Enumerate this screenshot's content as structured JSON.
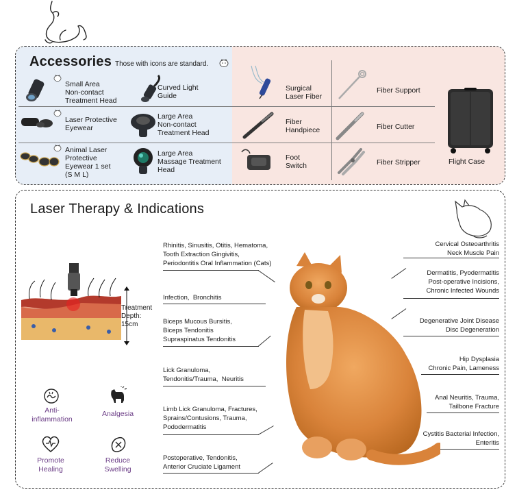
{
  "accessories": {
    "title": "Accessories",
    "subtitle": "Those with icons are standard.",
    "items": [
      {
        "label": "Small Area\nNon-contact\nTreatment Head",
        "icon": "small-area-head-icon",
        "standard": true
      },
      {
        "label": "Curved Light\nGuide",
        "icon": "curved-light-guide-icon",
        "standard": false
      },
      {
        "label": "Surgical\nLaser Fiber",
        "icon": "surgical-fiber-icon",
        "standard": false
      },
      {
        "label": "Fiber Support",
        "icon": "fiber-support-icon",
        "standard": false
      },
      {
        "label": "Laser Protective\nEyewear",
        "icon": "eyewear-icon",
        "standard": true
      },
      {
        "label": "Large Area\nNon-contact\nTreatment Head",
        "icon": "large-area-head-icon",
        "standard": false
      },
      {
        "label": "Fiber\nHandpiece",
        "icon": "fiber-handpiece-icon",
        "standard": false
      },
      {
        "label": "Fiber Cutter",
        "icon": "fiber-cutter-icon",
        "standard": false
      },
      {
        "label": "Animal Laser\nProtective\nEyewear 1 set\n(S M L)",
        "icon": "animal-eyewear-icon",
        "standard": true
      },
      {
        "label": "Large Area\nMassage Treatment\nHead",
        "icon": "massage-head-icon",
        "standard": false
      },
      {
        "label": "Foot\nSwitch",
        "icon": "foot-switch-icon",
        "standard": false
      },
      {
        "label": "Fiber Stripper",
        "icon": "fiber-stripper-icon",
        "standard": false
      },
      {
        "label": "Flight Case",
        "icon": "flight-case-icon",
        "standard": false
      }
    ]
  },
  "therapy": {
    "title": "Laser Therapy & Indications",
    "depth_label": "Treatment\nDepth:\n15cm",
    "left_indications": [
      "Rhinitis, Sinusitis, Otitis, Hematoma,\nTooth Extraction Gingivitis,\nPeriodontitis Oral Inflammation (Cats)",
      "Infection,  Bronchitis",
      "Biceps Mucous Bursitis,\nBiceps Tendonitis\nSupraspinatus Tendonitis",
      "Lick Granuloma,\nTendonitis/Trauma,  Neuritis",
      "Limb Lick Granuloma, Fractures,\nSprains/Contusions, Trauma,\nPododermatitis",
      "Postoperative, Tendonitis,\nAnterior Cruciate Ligament"
    ],
    "right_indications": [
      "Cervical Osteoarthritis\nNeck Muscle Pain",
      "Dermatitis, Pyodermatitis\nPost-operative Incisions,\nChronic Infected Wounds",
      "Degenerative Joint Disease\nDisc Degeneration",
      "Hip Dysplasia\nChronic Pain, Lameness",
      "Anal Neuritis, Trauma,\nTailbone Fracture",
      "Cystitis Bacterial Infection,\nEnteritis"
    ],
    "benefits": [
      {
        "label": "Anti-\ninflammation",
        "icon": "anti-inflammation-icon"
      },
      {
        "label": "Analgesia",
        "icon": "analgesia-dog-icon"
      },
      {
        "label": "Promote\nHealing",
        "icon": "heart-healing-icon"
      },
      {
        "label": "Reduce\nSwelling",
        "icon": "reduce-swelling-icon"
      }
    ]
  },
  "colors": {
    "accent_purple": "#6b3d86",
    "acc_left_bg": "#e7eef7",
    "acc_right_bg": "#f9e6e1",
    "cat_orange": "#d9833a"
  }
}
